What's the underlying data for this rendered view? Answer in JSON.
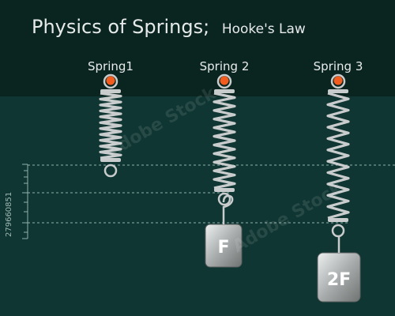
{
  "title": {
    "main": "Physics of Springs;",
    "sub": "Hooke's Law"
  },
  "springs": [
    {
      "label": "Spring1",
      "weight_label": ""
    },
    {
      "label": "Spring 2",
      "weight_label": "F"
    },
    {
      "label": "Spring 3",
      "weight_label": "2F"
    }
  ],
  "watermark": {
    "side_text": "279660851",
    "stock_text": "Adobe Stock"
  },
  "colors": {
    "header_bg": "#0a2420",
    "panel_bg": "#0f3632",
    "title_text": "#e6ebea",
    "label_text": "#e8eceb",
    "anchor_dot": "#f25c1e",
    "spring_metal": "#c9cccc",
    "weight_metal": "#a9adad",
    "guide_line": "#8fb1ad"
  }
}
